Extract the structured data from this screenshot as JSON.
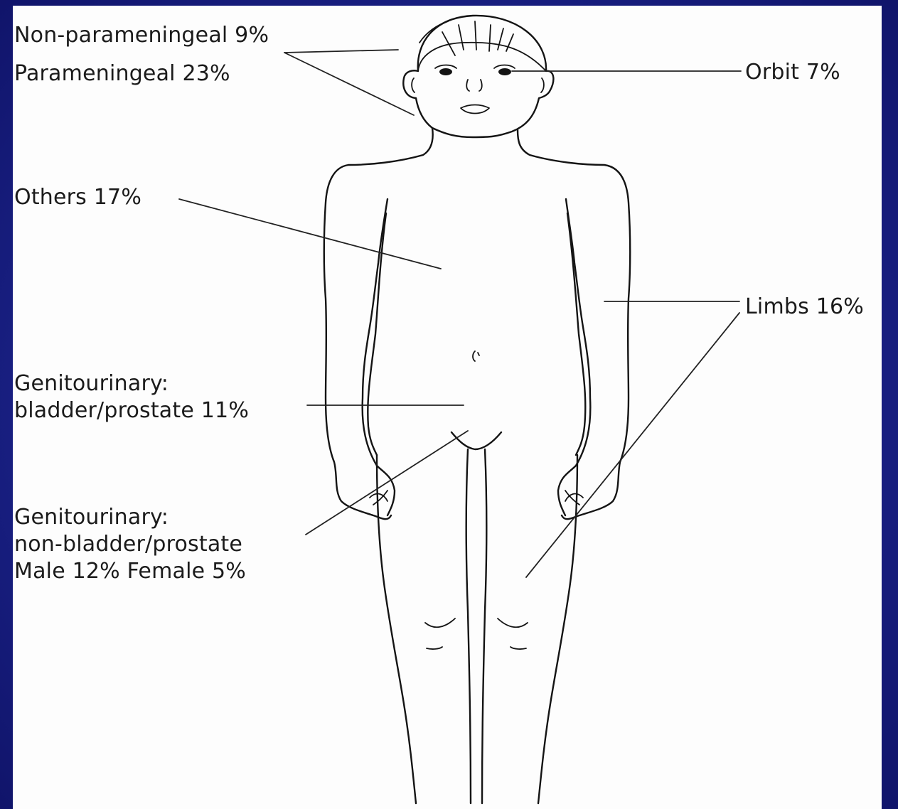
{
  "labels": {
    "non_parameningeal": "Non-parameningeal 9%",
    "parameningeal": "Parameningeal 23%",
    "orbit": "Orbit 7%",
    "others": "Others 17%",
    "limbs": "Limbs 16%",
    "gu_bladder_line1": "Genitourinary:",
    "gu_bladder_line2": "bladder/prostate 11%",
    "gu_nonbladder_line1": "Genitourinary:",
    "gu_nonbladder_line2": "non-bladder/prostate",
    "gu_nonbladder_line3": "Male 12% Female 5%"
  },
  "colors": {
    "frame": "#1a2186",
    "panel": "#fdfdfd",
    "ink": "#141414"
  }
}
